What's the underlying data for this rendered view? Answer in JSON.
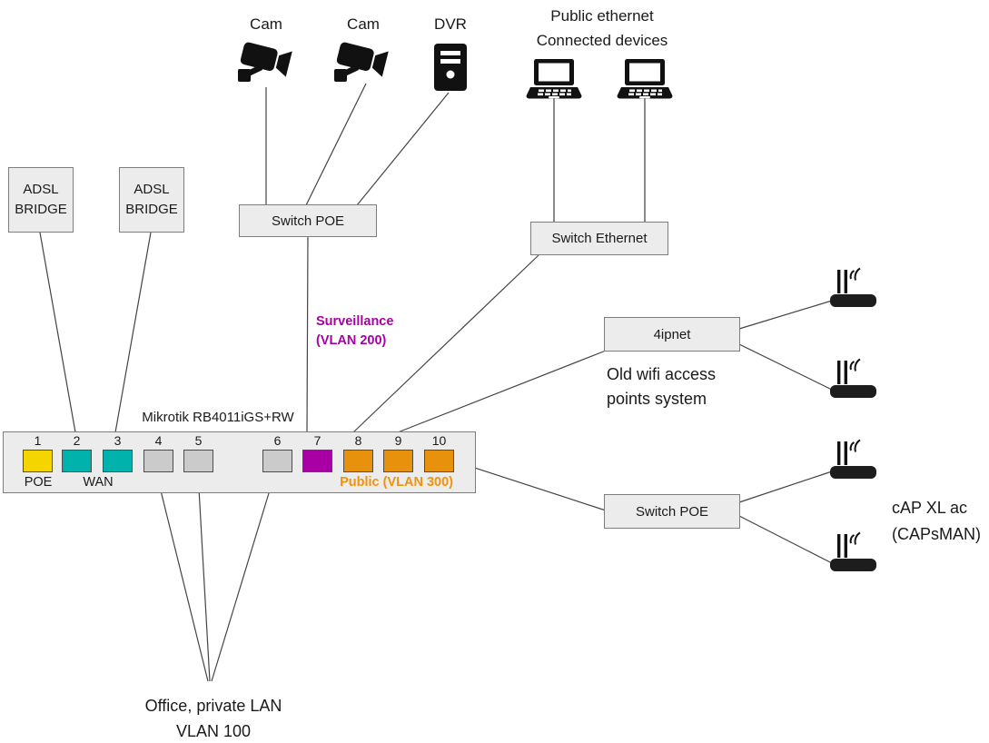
{
  "cameras": {
    "cam1_label": "Cam",
    "cam2_label": "Cam"
  },
  "dvr": {
    "label": "DVR"
  },
  "public_ethernet": {
    "line1": "Public ethernet",
    "line2": "Connected devices"
  },
  "adsl_bridge_1": {
    "line1": "ADSL",
    "line2": "BRIDGE"
  },
  "adsl_bridge_2": {
    "line1": "ADSL",
    "line2": "BRIDGE"
  },
  "switch_poe_top": {
    "label": "Switch POE"
  },
  "switch_ethernet": {
    "label": "Switch Ethernet"
  },
  "fouripnet": {
    "label": "4ipnet"
  },
  "old_wifi_note": {
    "line1": "Old wifi access",
    "line2": "points system"
  },
  "switch_poe_bottom": {
    "label": "Switch POE"
  },
  "cap_note": {
    "line1": "cAP XL ac",
    "line2": "(CAPsMAN)"
  },
  "router": {
    "title": "Mikrotik RB4011iGS+RW",
    "ports": [
      {
        "number": "1",
        "color": "#f5d500"
      },
      {
        "number": "2",
        "color": "#00b2ac"
      },
      {
        "number": "3",
        "color": "#00b2ac"
      },
      {
        "number": "4",
        "color": "#cbcbcb"
      },
      {
        "number": "5",
        "color": "#cbcbcb"
      },
      {
        "number": "6",
        "color": "#cbcbcb"
      },
      {
        "number": "7",
        "color": "#a800a4"
      },
      {
        "number": "8",
        "color": "#e8910c"
      },
      {
        "number": "9",
        "color": "#e8910c"
      },
      {
        "number": "10",
        "color": "#e8910c"
      }
    ],
    "labels": {
      "poe": "POE",
      "wan": "WAN",
      "public": "Public (VLAN 300)"
    },
    "public_label_color": "#f0930a"
  },
  "annotations": {
    "surveillance": {
      "line1": "Surveillance",
      "line2": "(VLAN 200)",
      "color": "#a800a4"
    },
    "office": {
      "line1": "Office, private LAN",
      "line2": "VLAN 100"
    }
  }
}
